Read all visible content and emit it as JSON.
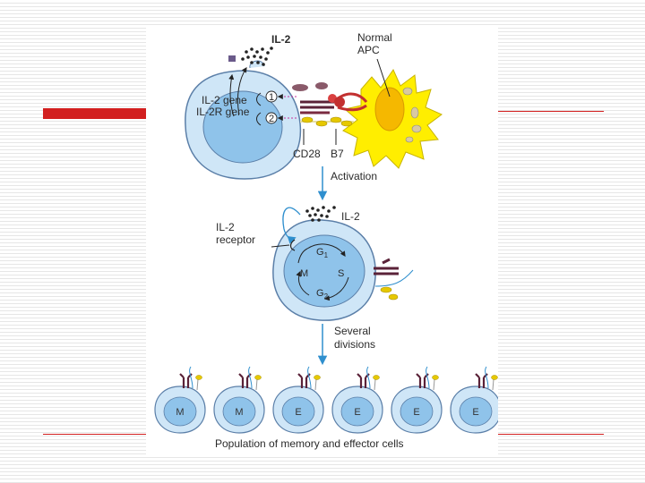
{
  "labels": {
    "il2_top": "IL-2",
    "normal_apc_line1": "Normal",
    "normal_apc_line2": "APC",
    "il2_gene": "IL-2 gene",
    "il2r_gene": "IL-2R gene",
    "step1": "1",
    "step2": "2",
    "cd28": "CD28",
    "b7": "B7",
    "activation": "Activation",
    "il2_mid": "IL-2",
    "il2_receptor_line1": "IL-2",
    "il2_receptor_line2": "receptor",
    "g1": "G",
    "g1_sub": "1",
    "s_phase": "S",
    "m_phase": "M",
    "g2": "G",
    "g2_sub": "2",
    "several_line1": "Several",
    "several_line2": "divisions",
    "population": "Population of memory and effector cells"
  },
  "daughter_cells": [
    "M",
    "M",
    "E",
    "E",
    "E",
    "E"
  ],
  "colors": {
    "accent_red": "#d21f1f",
    "cell_outer": "#cfe6f7",
    "nucleus": "#8fc3ea",
    "apc_yellow": "#ffee00",
    "arrow_blue": "#2f8fce",
    "receptor_purple": "#5a2238",
    "magenta": "#c8329b"
  }
}
